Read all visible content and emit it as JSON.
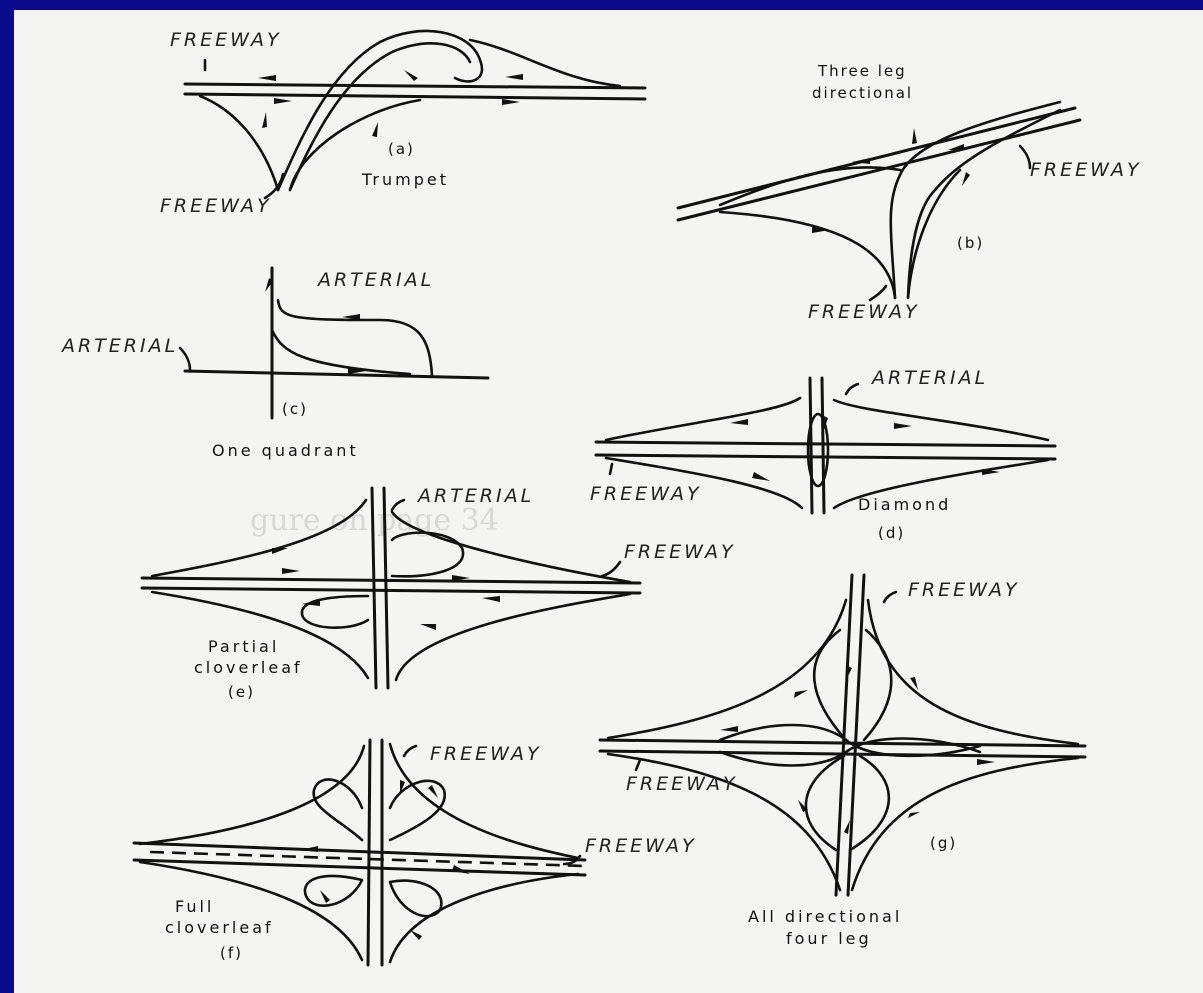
{
  "labels": {
    "freeway": "FREEWAY",
    "arterial": "ARTERIAL",
    "freeway_b": "FREEWAY",
    "freeway_b2": "FREEWAY"
  },
  "panels": {
    "a": {
      "letter": "(a)",
      "name": "Trumpet"
    },
    "b": {
      "letter": "(b)",
      "name_line1": "Three leg",
      "name_line2": "directional"
    },
    "c": {
      "letter": "(c)",
      "name": "One quadrant"
    },
    "d": {
      "letter": "(d)",
      "name": "Diamond"
    },
    "e": {
      "letter": "(e)",
      "name_line1": "Partial",
      "name_line2": "cloverleaf"
    },
    "f": {
      "letter": "(f)",
      "name_line1": "Full",
      "name_line2": "cloverleaf"
    },
    "g": {
      "letter": "(g)",
      "name_line1": "All directional",
      "name_line2": "four leg"
    }
  },
  "background_text": "gure on page 34",
  "colors": {
    "frame": "#0a0a8c",
    "paper": "#f4f4f2",
    "ink": "#111111"
  }
}
